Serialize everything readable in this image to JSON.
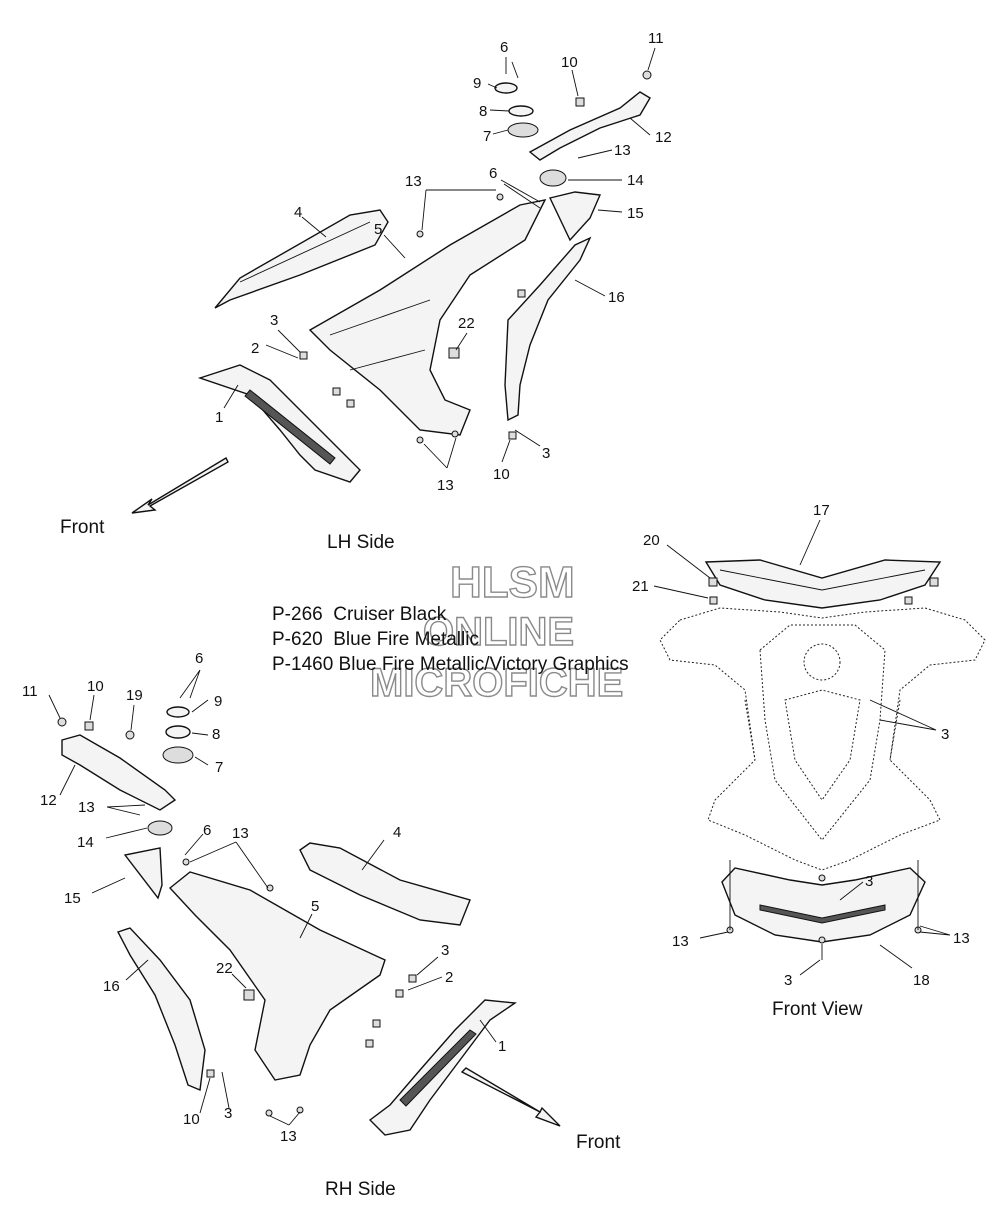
{
  "views": {
    "lh": "LH Side",
    "rh": "RH Side",
    "front": "Front View"
  },
  "arrows": {
    "top": "Front",
    "bottom": "Front"
  },
  "paint_codes": [
    "P-266  Cruiser Black",
    "P-620  Blue Fire Metallic",
    "P-1460 Blue Fire Metallic/Victory Graphics"
  ],
  "watermark": {
    "line1": "HLSM",
    "line2": "ONLINE",
    "line3": "MICROFICHE"
  },
  "callouts": {
    "lh": [
      "6",
      "9",
      "8",
      "7",
      "10",
      "11",
      "12",
      "13",
      "6",
      "14",
      "15",
      "13",
      "4",
      "5",
      "16",
      "3",
      "2",
      "22",
      "1",
      "13",
      "10",
      "3"
    ],
    "rh": [
      "11",
      "10",
      "19",
      "6",
      "9",
      "8",
      "7",
      "12",
      "13",
      "14",
      "6",
      "13",
      "4",
      "15",
      "5",
      "16",
      "22",
      "3",
      "2",
      "1",
      "10",
      "3",
      "13"
    ],
    "front": [
      "17",
      "20",
      "21",
      "3",
      "3",
      "13",
      "13",
      "3",
      "18"
    ]
  }
}
